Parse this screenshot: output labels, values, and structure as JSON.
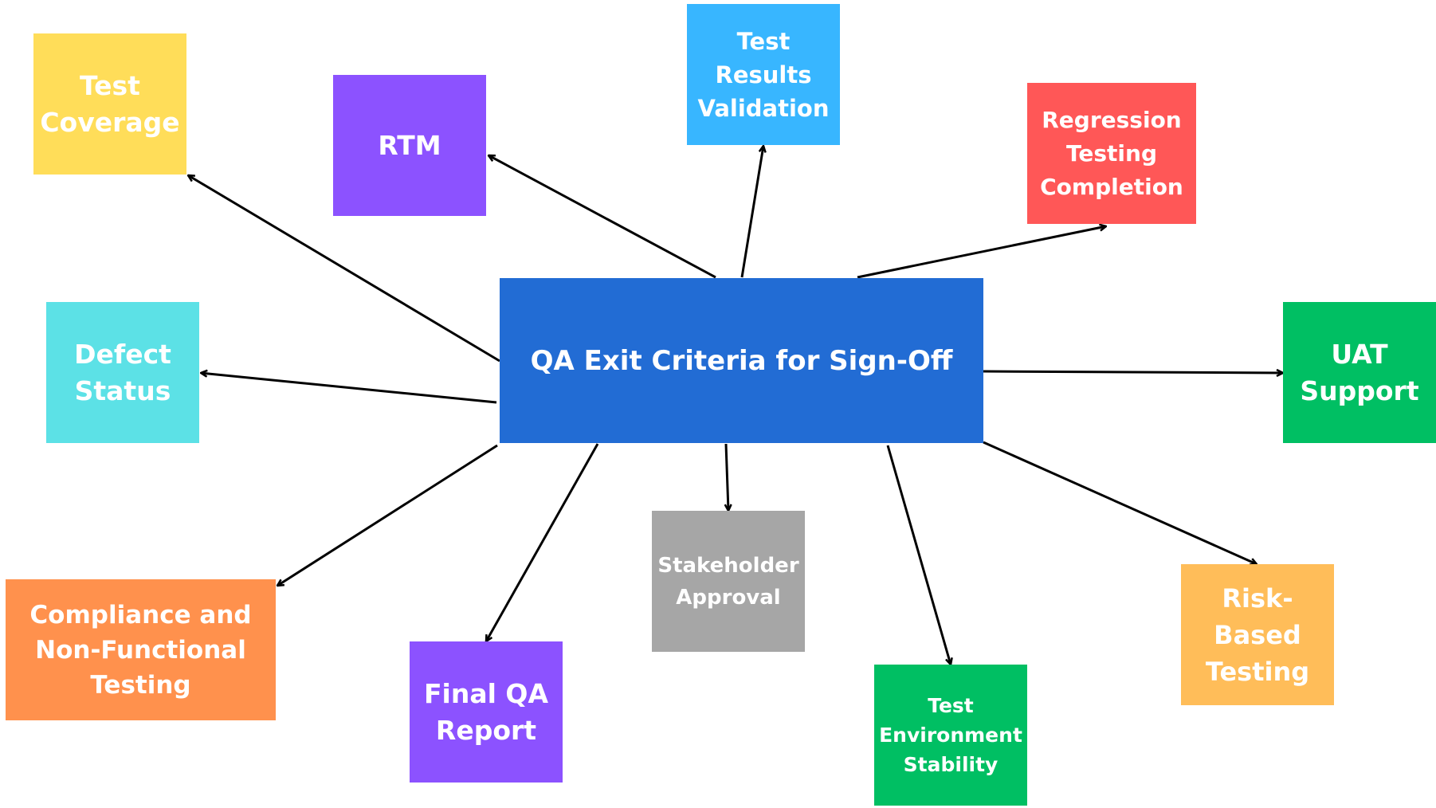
{
  "center": {
    "label": "QA Exit Criteria for Sign-Off",
    "color": "#226cd4"
  },
  "nodes": {
    "test_coverage": {
      "label": "Test Coverage",
      "color": "#ffdd59"
    },
    "rtm": {
      "label": "RTM",
      "color": "#8c52ff"
    },
    "test_results_validation": {
      "label": "Test Results Validation",
      "color": "#38b6ff"
    },
    "regression_testing_completion": {
      "label": "Regression Testing Completion",
      "color": "#ff5757"
    },
    "uat_support": {
      "label": "UAT Support",
      "color": "#00bf63"
    },
    "defect_status": {
      "label": "Defect Status",
      "color": "#5ce1e6"
    },
    "compliance_nonfunctional": {
      "label": "Compliance and Non-Functional Testing",
      "color": "#ff914d"
    },
    "final_qa_report": {
      "label": "Final QA Report",
      "color": "#8c52ff"
    },
    "stakeholder_approval": {
      "label": "Stakeholder Approval",
      "color": "#a6a6a6"
    },
    "test_environment_stability": {
      "label": "Test Environment Stability",
      "color": "#00bf63"
    },
    "risk_based_testing": {
      "label": "Risk-Based Testing",
      "color": "#ffbd59"
    }
  },
  "edges": [
    {
      "from": "center",
      "to": "test_coverage"
    },
    {
      "from": "center",
      "to": "rtm"
    },
    {
      "from": "center",
      "to": "test_results_validation"
    },
    {
      "from": "center",
      "to": "regression_testing_completion"
    },
    {
      "from": "center",
      "to": "uat_support"
    },
    {
      "from": "center",
      "to": "defect_status"
    },
    {
      "from": "center",
      "to": "compliance_nonfunctional"
    },
    {
      "from": "center",
      "to": "final_qa_report"
    },
    {
      "from": "center",
      "to": "stakeholder_approval"
    },
    {
      "from": "center",
      "to": "test_environment_stability"
    },
    {
      "from": "center",
      "to": "risk_based_testing"
    }
  ]
}
